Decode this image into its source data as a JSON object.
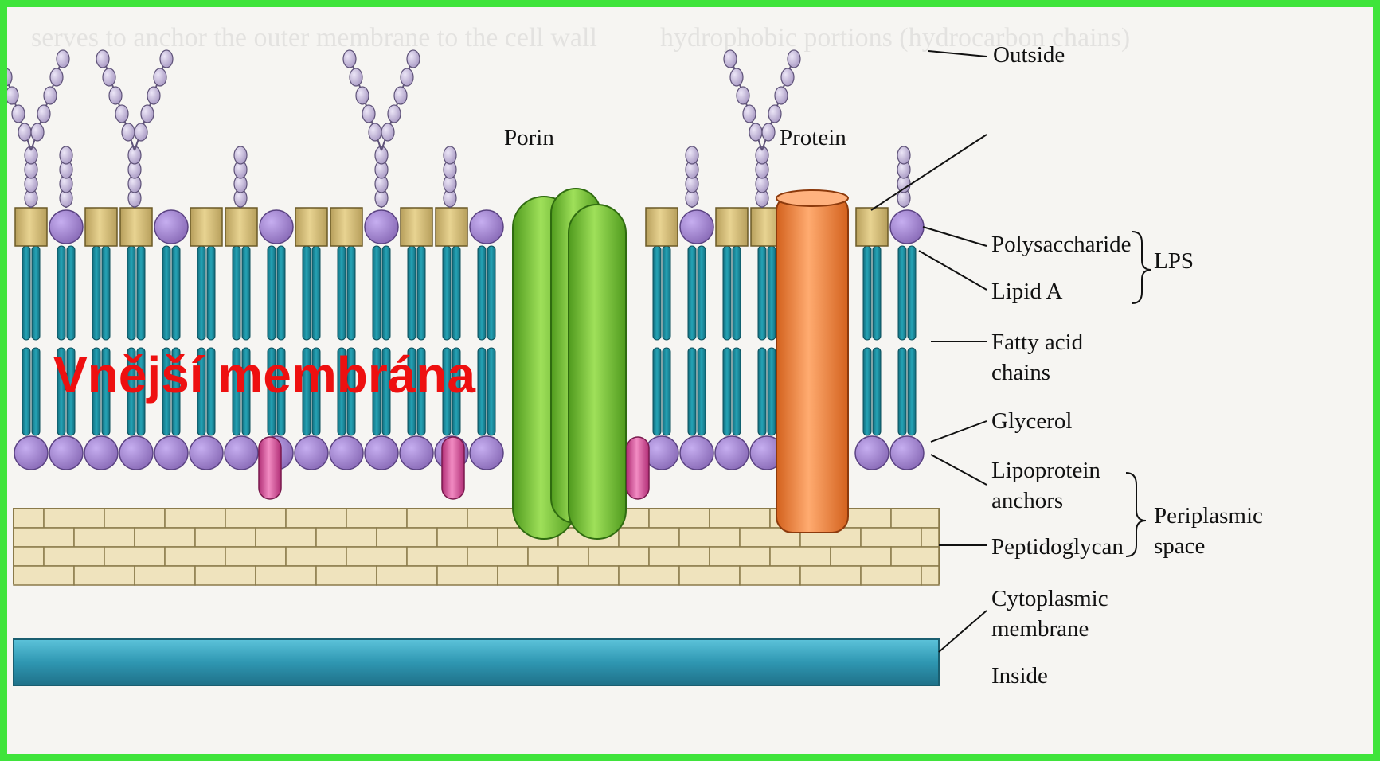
{
  "labels": {
    "outside": "Outside",
    "porin": "Porin",
    "protein": "Protein",
    "polysaccharide": "Polysaccharide",
    "lipid_a": "Lipid A",
    "lps": "LPS",
    "fatty_acid_1": "Fatty acid",
    "fatty_acid_2": "chains",
    "glycerol": "Glycerol",
    "lipoprotein_1": "Lipoprotein",
    "lipoprotein_2": "anchors",
    "periplasmic_1": "Periplasmic",
    "periplasmic_2": "space",
    "peptidoglycan": "Peptidoglycan",
    "cytoplasmic_1": "Cytoplasmic",
    "cytoplasmic_2": "membrane",
    "inside": "Inside"
  },
  "overlay_title": "Vnější membrána",
  "colors": {
    "frame": "#3fe43b",
    "polysaccharide_bead": "#c5b8e0",
    "lipid_a_block": "#d8bf78",
    "phospholipid_head": "#a98ad4",
    "fatty_acid_tail": "#1b8da0",
    "porin": "#7cc733",
    "protein": "#f0813c",
    "lipoprotein": "#e0579f",
    "peptidoglycan": "#eadcb0",
    "cytoplasmic_membrane": "#3aa7c2",
    "overlay_title": "#ee1010"
  }
}
